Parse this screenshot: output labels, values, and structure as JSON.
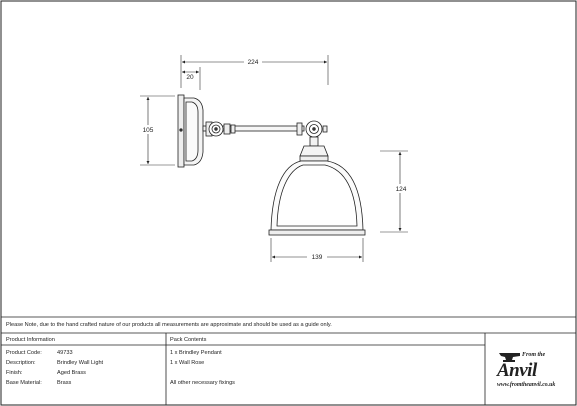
{
  "dimensions": {
    "overall_projection": "224",
    "rose_depth": "20",
    "rose_height": "105",
    "shade_height": "124",
    "shade_diameter": "139"
  },
  "note": "Please Note, due to the hand crafted nature of our products all measurements are approximate and should be used as a guide only.",
  "product_info": {
    "heading": "Product Information",
    "rows": [
      {
        "label": "Product Code:",
        "value": "49733"
      },
      {
        "label": "Description:",
        "value": "Brindley Wall Light"
      },
      {
        "label": "Finish:",
        "value": "Aged Brass"
      },
      {
        "label": "Base Material:",
        "value": "Brass"
      }
    ]
  },
  "pack_contents": {
    "heading": "Pack Contents",
    "items": [
      "1 x Brindley Pendant",
      "1 x Wall Rose",
      "All other necessary fixings"
    ]
  },
  "logo": {
    "from_the": "From the",
    "brand": "Anvil",
    "url": "www.fromtheanvil.co.uk"
  }
}
